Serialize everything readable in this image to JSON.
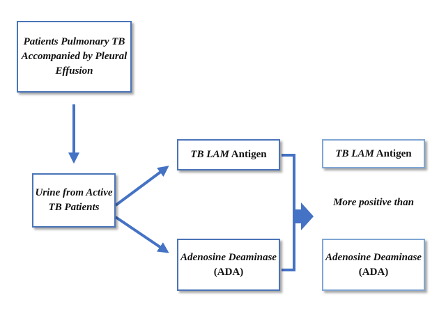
{
  "nodes": {
    "patients": {
      "line1": "Patients Pulmonary TB",
      "line2": "Accompanied by Pleural",
      "line3": "Effusion"
    },
    "urine": {
      "line1": "Urine from Active",
      "line2": "TB Patients"
    },
    "lam_left": {
      "italic": "TB LAM",
      "plain": "Antigen"
    },
    "ada_left": {
      "line1": "Adenosine Deaminase",
      "line2": "(ADA)"
    },
    "lam_right": {
      "italic": "TB LAM",
      "plain": "Antigen"
    },
    "ada_right": {
      "line1": "Adenosine Deaminase",
      "line2": "(ADA)"
    }
  },
  "comparison_label": "More positive than",
  "colors": {
    "arrow": "#4472c4",
    "border": "#4a74b8"
  }
}
